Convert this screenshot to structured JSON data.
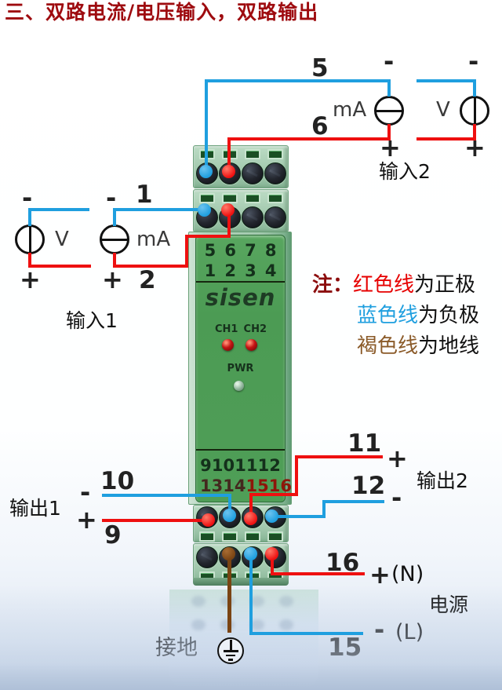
{
  "title": "三、双路电流/电压输入，双路输出",
  "module": {
    "brand": "sisen",
    "top_terminal_numbers": {
      "row1": [
        "5",
        "6",
        "7",
        "8"
      ],
      "row2": [
        "1",
        "2",
        "3",
        "4"
      ]
    },
    "bottom_terminal_numbers": {
      "row1": [
        "9",
        "10",
        "11",
        "12"
      ],
      "row2": [
        "13",
        "14",
        "15",
        "16"
      ]
    },
    "leds": {
      "ch1": "CH1",
      "ch2": "CH2",
      "pwr": "PWR"
    }
  },
  "input1": {
    "label": "输入1",
    "voltage_meter": "V",
    "current_meter": "mA",
    "wire_minus": "1",
    "wire_plus": "2",
    "minus": "-",
    "plus": "+"
  },
  "input2": {
    "label": "输入2",
    "voltage_meter": "V",
    "current_meter": "mA",
    "wire_minus": "5",
    "wire_plus": "6",
    "minus": "-",
    "plus": "+"
  },
  "output1": {
    "label": "输出1",
    "wire_minus": "10",
    "wire_plus": "9",
    "minus": "-",
    "plus": "+"
  },
  "output2": {
    "label": "输出2",
    "wire_plus": "11",
    "wire_minus": "12",
    "minus": "-",
    "plus": "+"
  },
  "power": {
    "label": "电源",
    "wire_n": "16",
    "wire_l": "15",
    "plus": "+",
    "minus": "-",
    "n": "(N)",
    "l": "(L)"
  },
  "ground": {
    "label": "接地"
  },
  "note": {
    "prefix": "注：",
    "lines": [
      {
        "term": "红色线",
        "rest": "为正极"
      },
      {
        "term": "蓝色线",
        "rest": "为负极"
      },
      {
        "term": "褐色线",
        "rest": "为地线"
      }
    ]
  },
  "colors": {
    "wire_red": "#ee1010",
    "wire_blue": "#1f9fdf",
    "wire_brown": "#7a4413",
    "module_face_green": "#4f9e57",
    "module_housing_green": "#a8cdb4",
    "title_red": "#9e0b0f",
    "note_red": "#e60000",
    "note_blue": "#1f9fdf",
    "note_brown": "#8a5a28",
    "led_red": "#b01010",
    "led_green": "#7fae8e"
  }
}
